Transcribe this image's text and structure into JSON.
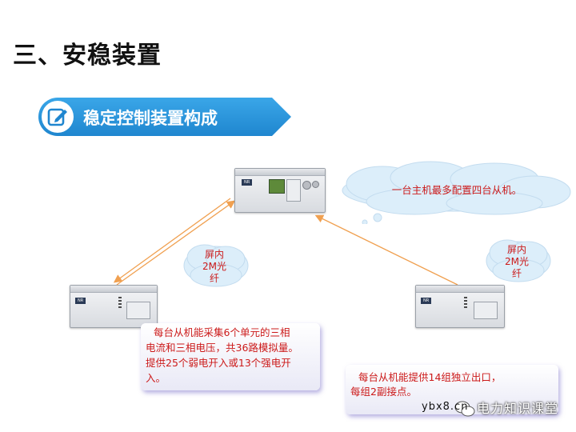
{
  "slide": {
    "title": "三、安稳装置",
    "banner_text": "稳定控制装置构成"
  },
  "devices": {
    "master_label": "NR",
    "slave_left_label": "NR",
    "slave_right_label": "NR"
  },
  "clouds": {
    "master_note": "一台主机最多配置四台从机。",
    "left_fiber_lines": [
      "屏内",
      "2M光",
      "纤"
    ],
    "right_fiber_lines": [
      "屏内",
      "2M光",
      "纤"
    ]
  },
  "info_boxes": {
    "left_lines": [
      "每台从机能采集6个单元的三相",
      "电流和三相电压，共36路模拟量。",
      "提供25个弱电开入或13个强电开",
      "入。"
    ],
    "right_lines": [
      "每台从机能提供14组独立出口，",
      "每组2副接点。"
    ]
  },
  "watermark": {
    "text": "电力知识课堂",
    "site": "ybx8.cn"
  },
  "colors": {
    "accent_blue": "#1f86cf",
    "note_red": "#cc1a1a",
    "arrow_orange": "#f0a050",
    "cloud_blue": "#dceefa"
  }
}
